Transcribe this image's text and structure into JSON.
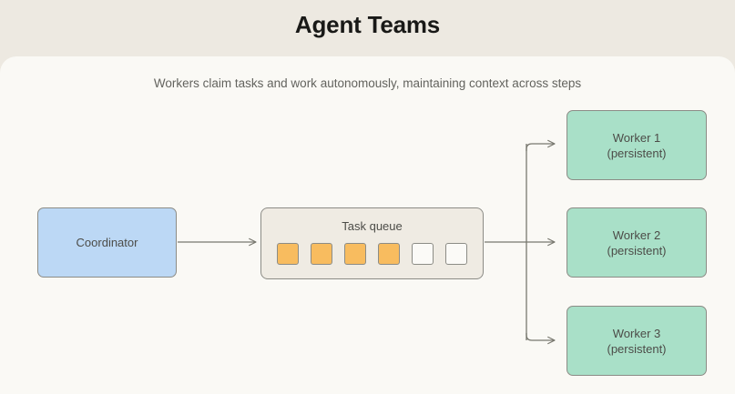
{
  "header": {
    "title": "Agent Teams"
  },
  "canvas": {
    "subtitle": "Workers claim tasks and work autonomously, maintaining context across steps"
  },
  "diagram": {
    "coordinator": {
      "label": "Coordinator",
      "fill": "#BCD8F5",
      "border": "#8C8C86"
    },
    "task_queue": {
      "title": "Task queue",
      "fill": "#EFEBE3",
      "border": "#8C8C86",
      "filled_color": "#F8BC5F",
      "empty_color": "#FBFAF7",
      "slots": [
        {
          "state": "filled"
        },
        {
          "state": "filled"
        },
        {
          "state": "filled"
        },
        {
          "state": "filled"
        },
        {
          "state": "empty"
        },
        {
          "state": "empty"
        }
      ],
      "filled_count": 4,
      "empty_count": 2,
      "total_count": 6
    },
    "workers": [
      {
        "name": "Worker 1",
        "state": "(persistent)",
        "fill": "#A9E0C8"
      },
      {
        "name": "Worker 2",
        "state": "(persistent)",
        "fill": "#A9E0C8"
      },
      {
        "name": "Worker 3",
        "state": "(persistent)",
        "fill": "#A9E0C8"
      }
    ],
    "edges": [
      {
        "from": "coordinator",
        "to": "task-queue"
      },
      {
        "from": "task-queue",
        "to": "worker-1"
      },
      {
        "from": "task-queue",
        "to": "worker-2"
      },
      {
        "from": "task-queue",
        "to": "worker-3"
      }
    ],
    "edge_color": "#78786F"
  },
  "colors": {
    "page_background": "#EDE9E1",
    "canvas_background": "#FAF9F5",
    "title_text": "#191917",
    "subtitle_text": "#63635E",
    "node_text": "#4C4C48"
  }
}
